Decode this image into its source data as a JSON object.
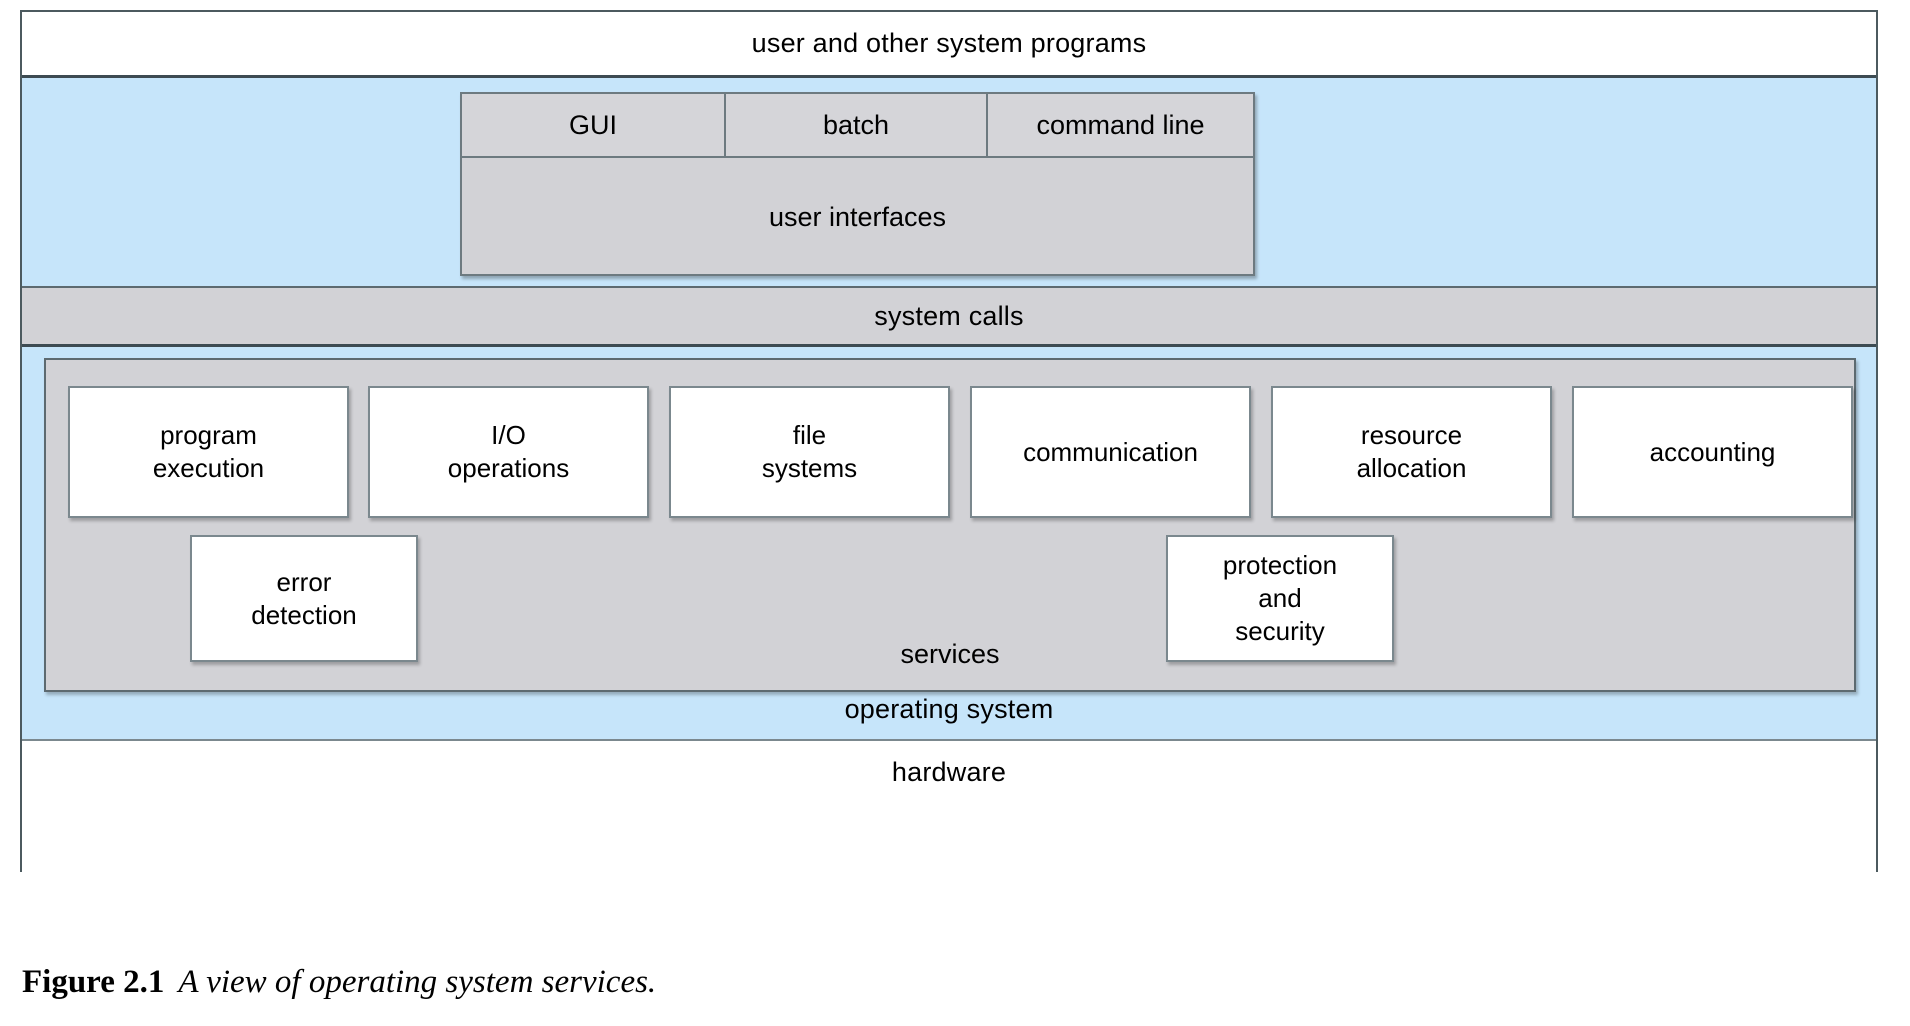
{
  "figure": {
    "caption_label": "Figure 2.1",
    "caption_text": "A view of operating system services.",
    "colors": {
      "layer_blue": "#c6e5fa",
      "band_gray": "#d2d2d6",
      "box_white": "#ffffff",
      "border_dark": "#5d6a70"
    }
  },
  "layers": {
    "user_programs": "user and other system programs",
    "system_calls": "system calls",
    "operating_system": "operating system",
    "hardware": "hardware"
  },
  "user_interfaces": {
    "title": "user interfaces",
    "tabs": [
      {
        "label": "GUI"
      },
      {
        "label": "batch"
      },
      {
        "label": "command line"
      }
    ]
  },
  "services": {
    "title": "services",
    "row1": [
      {
        "label": "program\nexecution"
      },
      {
        "label": "I/O\noperations"
      },
      {
        "label": "file\nsystems"
      },
      {
        "label": "communication"
      },
      {
        "label": "resource\nallocation"
      },
      {
        "label": "accounting"
      }
    ],
    "row2": [
      {
        "label": "error\ndetection"
      },
      {
        "label": "protection\nand\nsecurity"
      }
    ]
  }
}
